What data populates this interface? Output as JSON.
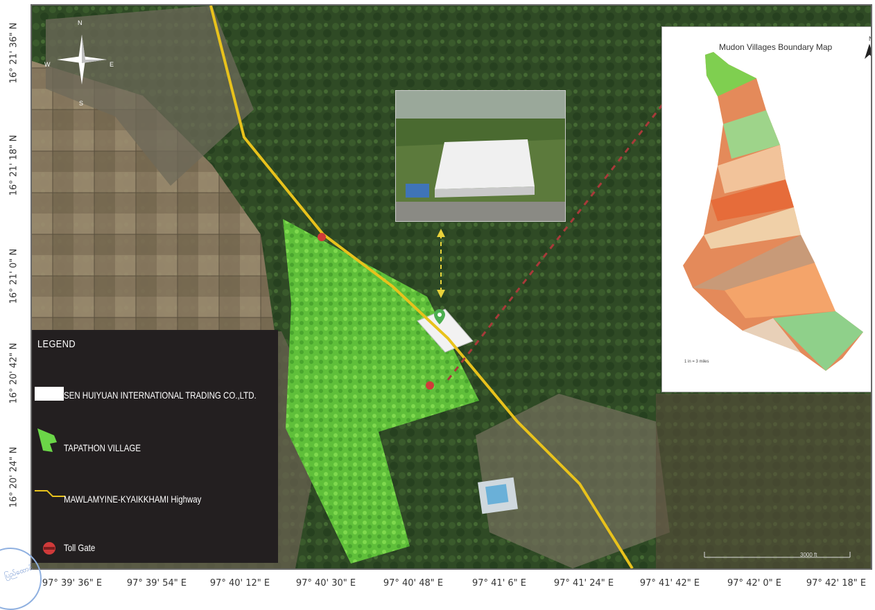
{
  "latitude_labels": [
    "16° 21' 36\" N",
    "16° 21' 18\" N",
    "16° 21' 0\" N",
    "16° 20' 42\" N",
    "16° 20' 24\" N"
  ],
  "longitude_labels": [
    "97° 39' 36\" E",
    "97° 39' 54\" E",
    "97° 40' 12\" E",
    "97° 40' 30\" E",
    "97° 40' 48\" E",
    "97° 41' 6\" E",
    "97° 41' 24\" E",
    "97° 41' 42\" E",
    "97° 42' 0\" E",
    "97° 42' 18\" E"
  ],
  "compass": {
    "n": "N",
    "s": "S",
    "e": "E",
    "w": "W"
  },
  "legend": {
    "title": "LEGEND",
    "items": [
      {
        "label": "SEN HUIYUAN INTERNATIONAL TRADING CO.,LTD.",
        "swatch": "white-rectangle"
      },
      {
        "label": "TAPATHON VILLAGE",
        "swatch": "green-polygon"
      },
      {
        "label": "MAWLAMYINE-KYAIKKHAMI Highway",
        "swatch": "yellow-line"
      },
      {
        "label": "Toll Gate",
        "swatch": "red-circle"
      }
    ]
  },
  "inset_map": {
    "title": "Mudon Villages Boundary Map",
    "north": "N",
    "scale": "1 in = 3 miles"
  },
  "scale_bar": {
    "label": "3000 ft"
  },
  "colors": {
    "highway": "#e8c21c",
    "village": "#6bd648",
    "toll_gate": "#d03a3a",
    "legend_bg": "#231f20",
    "arrow_red": "#a83a3a",
    "arrow_yellow": "#e8d23a"
  },
  "stamp": {
    "text": "ပြည်ထောင်"
  }
}
